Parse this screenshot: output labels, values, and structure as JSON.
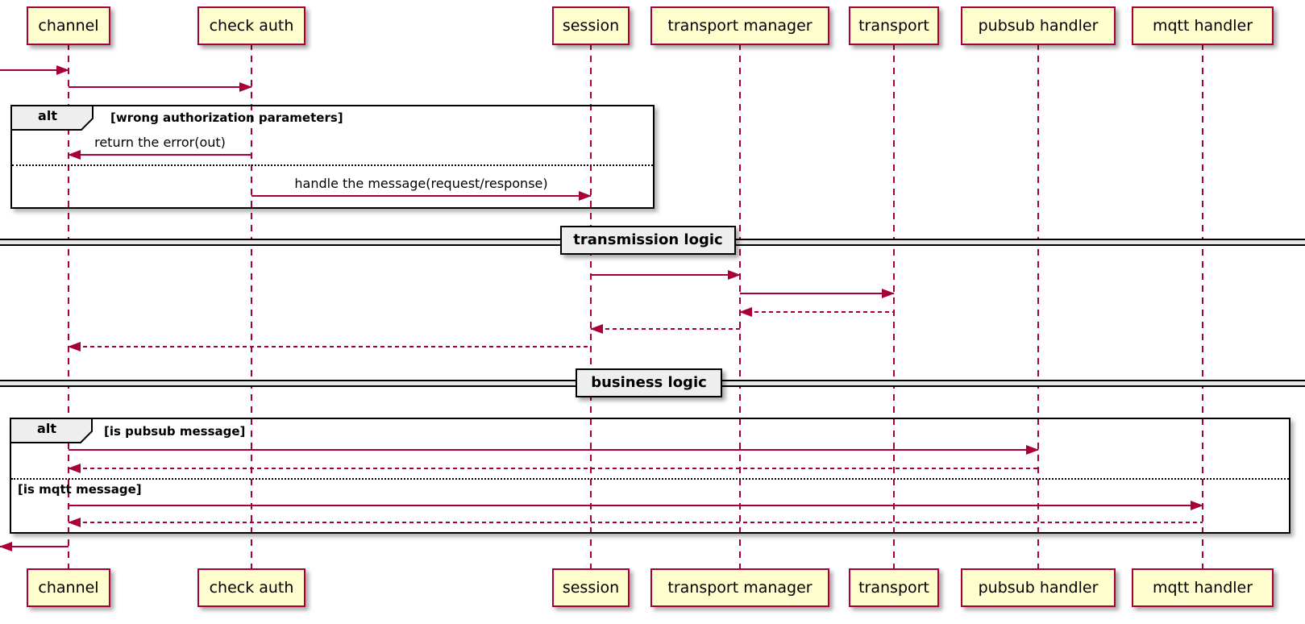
{
  "diagram": {
    "type": "sequence-diagram",
    "style": "plantuml-classic",
    "colors": {
      "participant_fill": "#FEFECE",
      "participant_border": "#A80036",
      "arrow": "#A80036",
      "frame_border": "#000000",
      "operator_fill": "#EEEEEE",
      "divider_fill": "#EEEEEE",
      "background": "#FFFFFF"
    },
    "participants": [
      {
        "label": "channel"
      },
      {
        "label": "check auth"
      },
      {
        "label": "session"
      },
      {
        "label": "transport manager"
      },
      {
        "label": "transport"
      },
      {
        "label": "pubsub handler"
      },
      {
        "label": "mqtt handler"
      }
    ],
    "fragments": [
      {
        "operator": "alt",
        "guards": [
          "[wrong authorization parameters]"
        ]
      },
      {
        "operator": "alt",
        "guards": [
          "[is pubsub message]",
          "[is mqtt message]"
        ]
      }
    ],
    "dividers": [
      {
        "label": "transmission logic"
      },
      {
        "label": "business logic"
      }
    ],
    "messages": [
      {
        "from": "external",
        "to": "channel",
        "label": "",
        "style": "solid"
      },
      {
        "from": "channel",
        "to": "check auth",
        "label": "",
        "style": "solid"
      },
      {
        "from": "check auth",
        "to": "channel",
        "label": "return the error(out)",
        "style": "solid"
      },
      {
        "from": "check auth",
        "to": "session",
        "label": "handle the message(request/response)",
        "style": "solid"
      },
      {
        "from": "session",
        "to": "transport manager",
        "label": "",
        "style": "solid"
      },
      {
        "from": "transport manager",
        "to": "transport",
        "label": "",
        "style": "solid"
      },
      {
        "from": "transport",
        "to": "transport manager",
        "label": "",
        "style": "dashed"
      },
      {
        "from": "transport manager",
        "to": "session",
        "label": "",
        "style": "dashed"
      },
      {
        "from": "session",
        "to": "channel",
        "label": "",
        "style": "dashed"
      },
      {
        "from": "channel",
        "to": "pubsub handler",
        "label": "",
        "style": "solid"
      },
      {
        "from": "pubsub handler",
        "to": "channel",
        "label": "",
        "style": "dashed"
      },
      {
        "from": "channel",
        "to": "mqtt handler",
        "label": "",
        "style": "solid"
      },
      {
        "from": "mqtt handler",
        "to": "channel",
        "label": "",
        "style": "dashed"
      },
      {
        "from": "channel",
        "to": "external",
        "label": "",
        "style": "solid"
      }
    ]
  }
}
